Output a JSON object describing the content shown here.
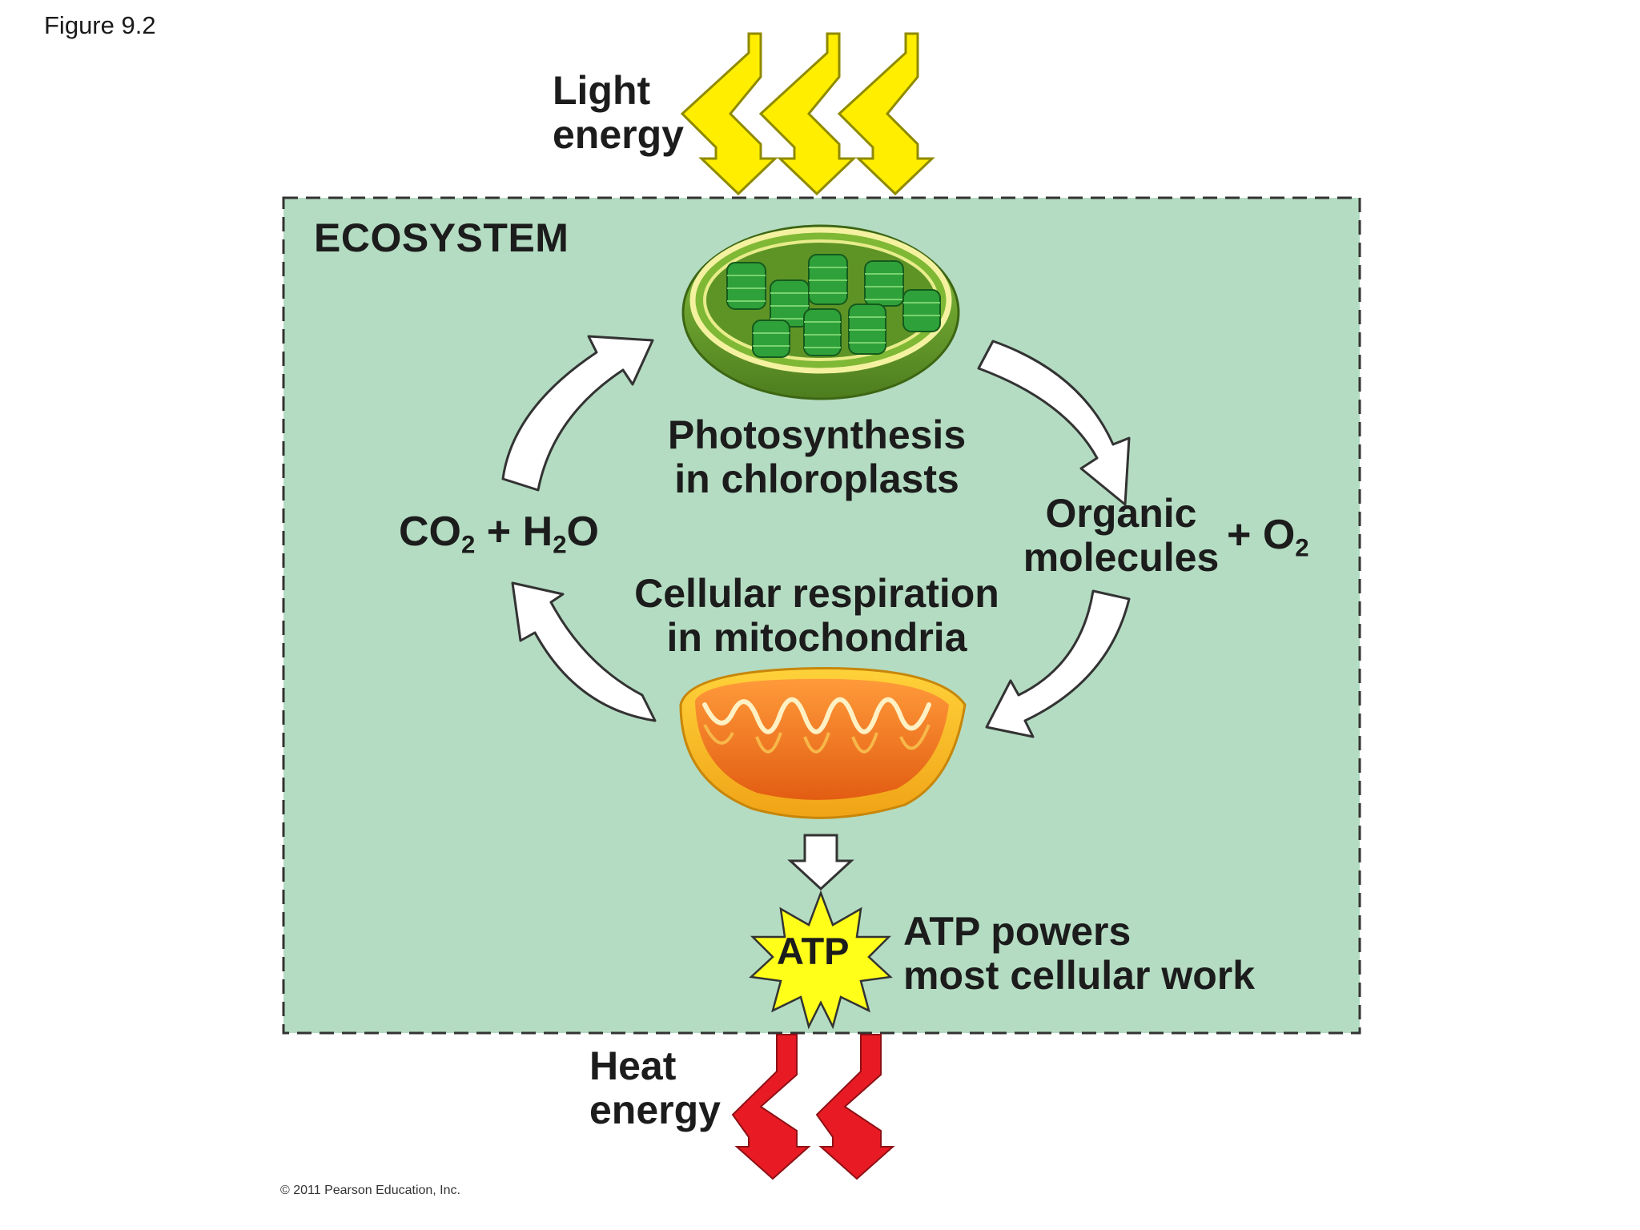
{
  "figure_label": "Figure 9.2",
  "copyright": "© 2011 Pearson Education, Inc.",
  "light_energy": {
    "line1": "Light",
    "line2": "energy"
  },
  "ecosystem_label": "ECOSYSTEM",
  "photosynthesis": {
    "line1": "Photosynthesis",
    "line2": "in chloroplasts"
  },
  "respiration": {
    "line1": "Cellular respiration",
    "line2": "in mitochondria"
  },
  "reactants": {
    "co": "CO",
    "co_sub": "2",
    "plus": " + H",
    "h_sub": "2",
    "o": "O"
  },
  "products": {
    "line1": "Organic",
    "line2": "molecules",
    "o2": "+ O",
    "o2_sub": "2"
  },
  "atp": {
    "badge": "ATP",
    "line1": "ATP powers",
    "line2": "most cellular work"
  },
  "heat_energy": {
    "line1": "Heat",
    "line2": "energy"
  },
  "colors": {
    "ecosystem_bg": "#b4dcc2",
    "light_bolt": "#ffee00",
    "heat_bolt": "#e81b24",
    "atp_star": "#ffff1a",
    "chloroplast": "#6fa32a",
    "mitochondrion": "#f28a1c"
  }
}
